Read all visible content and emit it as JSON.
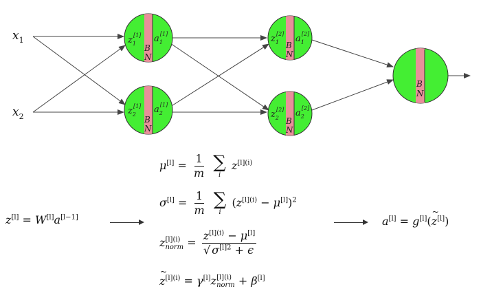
{
  "inputs": [
    {
      "base": "x",
      "sub": "1"
    },
    {
      "base": "x",
      "sub": "2"
    }
  ],
  "nodes": {
    "l1_top": {
      "z": "z",
      "zsub": "1",
      "zsup": "[1]",
      "a": "a",
      "asub": "1",
      "asup": "[1]",
      "b": "B",
      "n": "N"
    },
    "l1_bot": {
      "z": "z",
      "zsub": "2",
      "zsup": "[1]",
      "a": "a",
      "asub": "2",
      "asup": "[1]",
      "b": "B",
      "n": "N"
    },
    "l2_top": {
      "z": "z",
      "zsub": "1",
      "zsup": "[2]",
      "a": "a",
      "asub": "1",
      "asup": "[2]",
      "b": "B",
      "n": "N"
    },
    "l2_bot": {
      "z": "z",
      "zsub": "2",
      "zsup": "[2]",
      "a": "a",
      "asub": "2",
      "asup": "[2]",
      "b": "B",
      "n": "N"
    },
    "out": {
      "b": "B",
      "n": "N"
    }
  },
  "colors": {
    "node_fill": "#44ee33",
    "bn_strip": "#e8909a",
    "edge": "#444444"
  },
  "formulas": {
    "linear": {
      "z": "z",
      "zsup": "[l]",
      "eq": "=",
      "W": "W",
      "Wsup": "[l]",
      "a": "a",
      "asup": "[l−1]"
    },
    "mean": {
      "mu": "μ",
      "sup": "[l]",
      "eq": "=",
      "num": "1",
      "den": "m",
      "sig": "∑",
      "idx": "i",
      "z": "z",
      "zsup": "[l](i)"
    },
    "var": {
      "sigma": "σ",
      "sup": "[l]",
      "eq": "=",
      "num": "1",
      "den": "m",
      "sig": "∑",
      "idx": "i",
      "open": "(",
      "z": "z",
      "zsup": "[l](i)",
      "minus": "−",
      "mu": "μ",
      "musup": "[l]",
      "close": ")",
      "pow": "2"
    },
    "norm": {
      "z": "z",
      "zsup": "[l](i)",
      "zsub": "norm",
      "eq": "=",
      "num_z": "z",
      "num_zsup": "[l](i)",
      "num_minus": "−",
      "num_mu": "μ",
      "num_musup": "[l]",
      "den_sqrt": "√",
      "den_sigma": "σ",
      "den_sup": "[l]2",
      "den_plus": "+",
      "den_eps": "ϵ"
    },
    "scale": {
      "z": "z",
      "zsup": "[l](i)",
      "eq": "=",
      "gamma": "γ",
      "gsup": "[l]",
      "zn": "z",
      "znsup": "[l](i)",
      "znsub": "norm",
      "plus": "+",
      "beta": "β",
      "bsup": "[l]"
    },
    "act": {
      "a": "a",
      "asup": "[l]",
      "eq": "=",
      "g": "g",
      "gsup": "[l]",
      "open": "(",
      "z": "z",
      "zsup": "[l]",
      "close": ")"
    }
  }
}
